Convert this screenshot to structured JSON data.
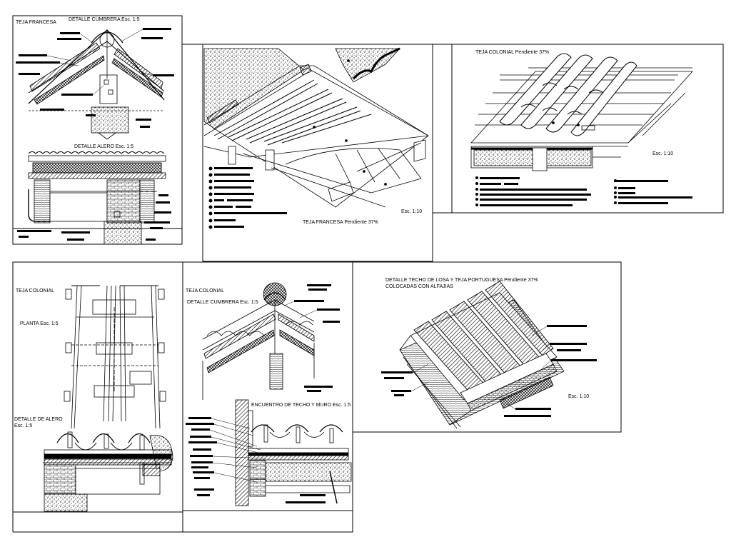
{
  "titles": {
    "p1_name": "TEJA FRANCESA",
    "p1_ridge": "DETALLE CUMBRERA  Esc. 1:5",
    "p1_eave": "DETALLE ALERO  Esc. 1:5",
    "p2_caption": "TEJA FRANCESA Pendiente 37%",
    "p2_scale": "Esc. 1:10",
    "p3_caption": "TEJA COLONIAL  Pendiente 37%",
    "p3_scale": "Esc. 1:10",
    "p4_name": "TEJA COLONIAL",
    "p4_plan": "PLANTA  Esc. 1:5",
    "p4_eave_1": "DETALLE DE ALERO",
    "p4_eave_2": "Esc. 1:5",
    "p5_name": "TEJA COLONIAL",
    "p5_ridge": "DETALLE CUMBRERA  Esc. 1:5",
    "p5_wall": "ENCUENTRO DE TECHO Y MURO Esc. 1:5",
    "p6_title_1": "DETALLE TECHO DE LOSA Y TEJA PORTUGUESA Pendiente 37%",
    "p6_title_2": "COLOCADAS CON ALFAJIAS",
    "p6_scale": "Esc. 1:10"
  },
  "colors": {
    "ink": "#000000",
    "paper": "#ffffff"
  }
}
